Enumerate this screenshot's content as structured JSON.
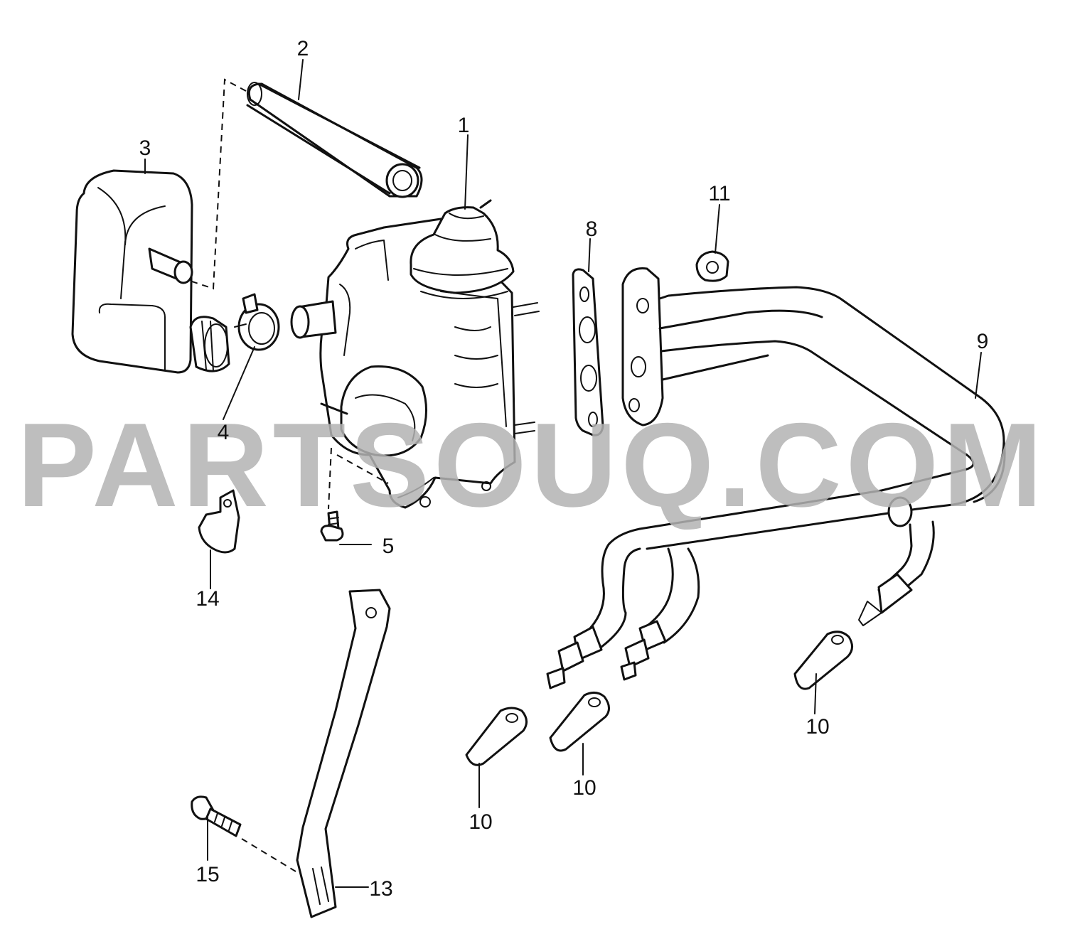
{
  "watermark": "PARTSOUQ.COM",
  "callouts": {
    "c1": "1",
    "c2": "2",
    "c3": "3",
    "c4": "4",
    "c5": "5",
    "c8": "8",
    "c9": "9",
    "c10a": "10",
    "c10b": "10",
    "c10c": "10",
    "c11": "11",
    "c13": "13",
    "c14": "14",
    "c15": "15"
  }
}
